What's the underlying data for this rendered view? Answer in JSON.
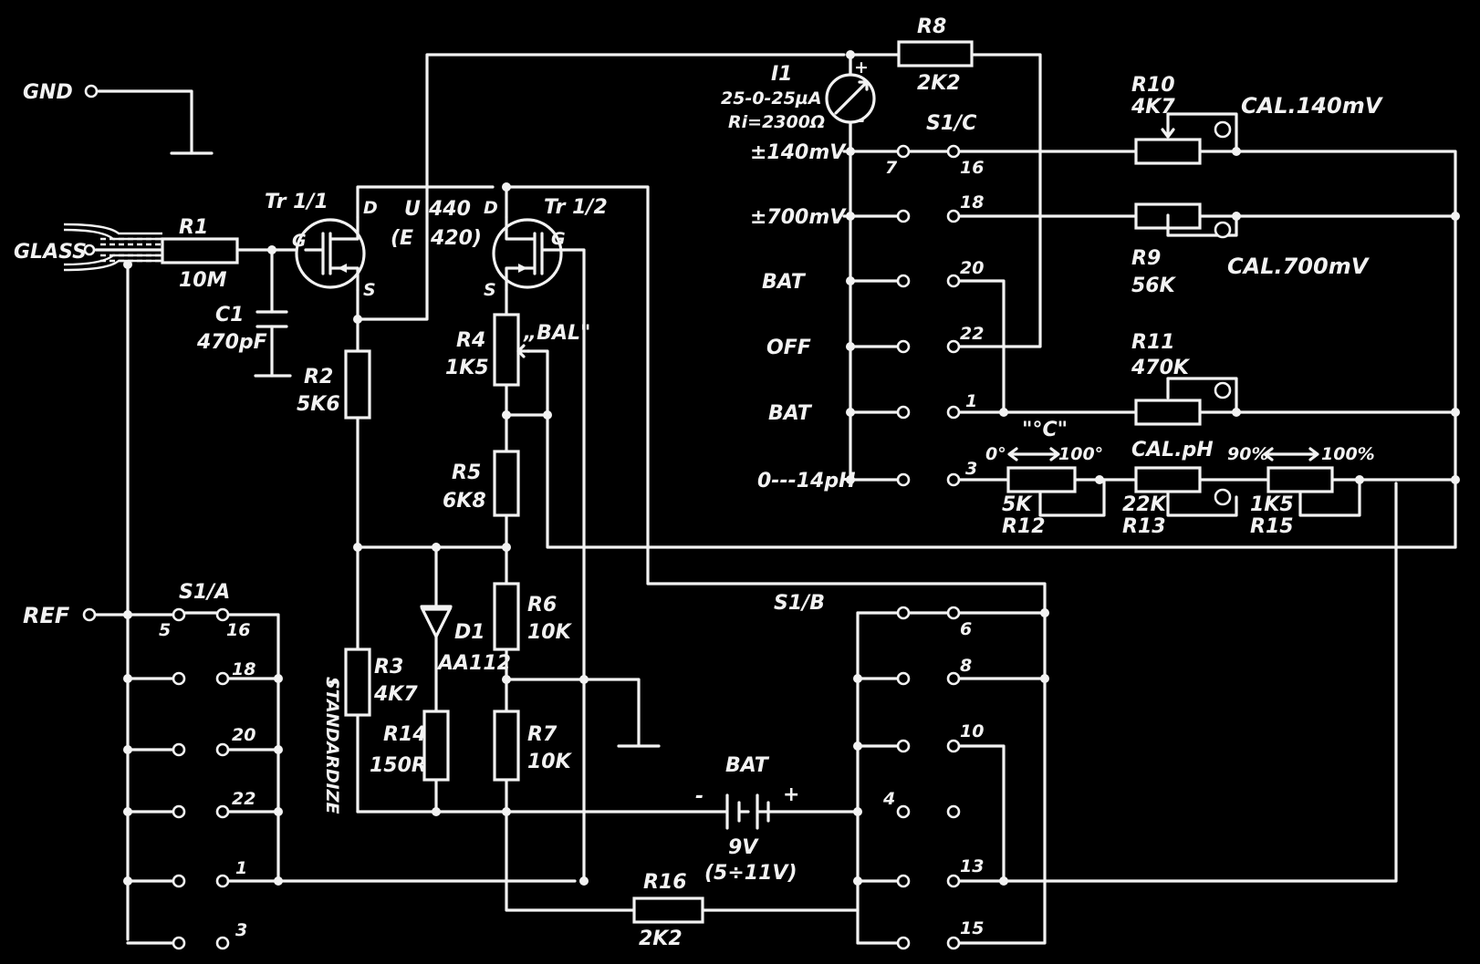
{
  "labels": {
    "gnd": "GND",
    "glass": "GLASS",
    "ref": "REF",
    "r1": "R1",
    "r1_val": "10M",
    "c1": "C1",
    "c1_val": "470pF",
    "tr11": "Tr 1/1",
    "tr12": "Tr 1/2",
    "d1": "D",
    "g1": "G",
    "s1": "S",
    "d2": "D",
    "g2": "G",
    "s2": "S",
    "u": "U",
    "e": "(E",
    "n440": "440",
    "n420": "420)",
    "r2": "R2",
    "r2_val": "5K6",
    "r3": "R3",
    "r3_val": "4K7",
    "r4": "R4",
    "r4_val": "1K5",
    "bal": "„BAL\"",
    "r5": "R5",
    "r5_val": "6K8",
    "r6": "R6",
    "r6_val": "10K",
    "r7": "R7",
    "r7_val": "10K",
    "r8": "R8",
    "r8_val": "2K2",
    "r9": "R9",
    "r9_val": "56K",
    "r10": "R10",
    "r10_val": "4K7",
    "r11": "R11",
    "r11_val": "470K",
    "r12": "R12",
    "r12_val": "5K",
    "r13": "R13",
    "r13_val": "22K",
    "r14": "R14",
    "r14_val": "150R",
    "r15": "R15",
    "r15_val": "1K5",
    "r16": "R16",
    "r16_val": "2K2",
    "d1_name": "D1",
    "d1_val": "AA112",
    "standardize": "STANDARDIZE",
    "meter": "I1",
    "meter_range": "25-0-25µA",
    "meter_ri": "Ri=2300Ω",
    "plus": "+",
    "minus": "-",
    "s1a": "S1/A",
    "s1b": "S1/B",
    "s1c": "S1/C",
    "sw_140": "±140mV",
    "sw_700": "±700mV",
    "sw_bat1": "BAT",
    "sw_off": "OFF",
    "sw_bat2": "BAT",
    "sw_ph": "0---14pH",
    "cal140": "CAL.140mV",
    "cal700": "CAL.700mV",
    "calph": "CAL.pH",
    "degc": "\"°C\"",
    "deg0": "0°",
    "deg100": "100°",
    "pct90": "90%",
    "pct100": "100%",
    "bat": "BAT",
    "bat_v": "9V",
    "bat_range": "(5÷11V)",
    "n5": "5",
    "n16a": "16",
    "n18a": "18",
    "n20a": "20",
    "n22a": "22",
    "n1a": "1",
    "n3a": "3",
    "n7": "7",
    "n16c": "16",
    "n18c": "18",
    "n20c": "20",
    "n22c": "22",
    "n1c": "1",
    "n3c": "3",
    "n6": "6",
    "n8": "8",
    "n10": "10",
    "n4": "4",
    "n13": "13",
    "n15": "15"
  }
}
